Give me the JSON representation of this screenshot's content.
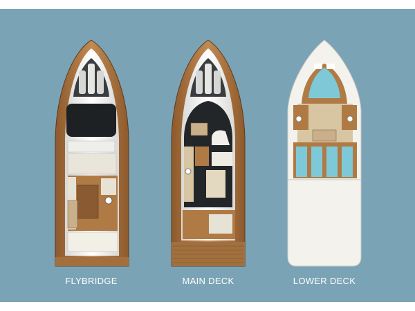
{
  "background_color": "#7ba3b6",
  "decks": [
    {
      "label": "FLYBRIDGE"
    },
    {
      "label": "MAIN DECK"
    },
    {
      "label": "LOWER DECK"
    }
  ],
  "colors": {
    "teak": "#b07a45",
    "hull_white": "#f3f1ec",
    "glass_dark": "#1e2124",
    "water_blue": "#7ec9d8",
    "cabin_beige": "#d8c5a2"
  }
}
